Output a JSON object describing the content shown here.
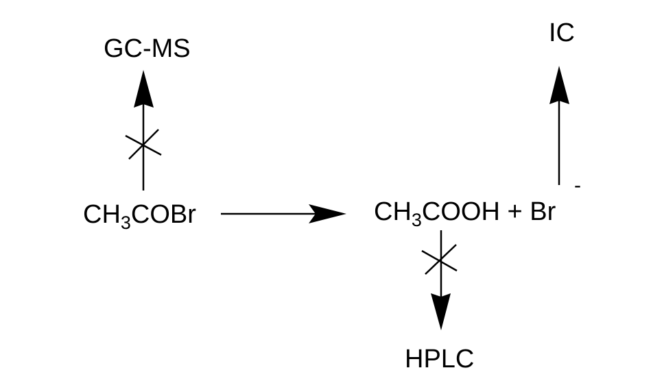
{
  "labels": {
    "gcms": "GC-MS",
    "ic": "IC",
    "hplc": "HPLC"
  },
  "reactant": {
    "prefix": "CH",
    "subscript": "3",
    "suffix": "COBr"
  },
  "products": {
    "prefix": "CH",
    "subscript": "3",
    "suffix": "COOH + Br",
    "charge": "-"
  }
}
